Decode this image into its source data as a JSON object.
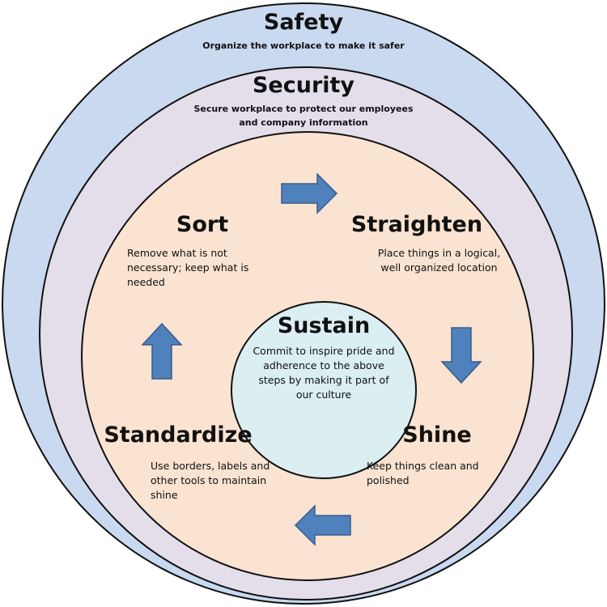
{
  "safety": {
    "title": "Safety",
    "description": "Organize the workplace to make it safer"
  },
  "security": {
    "title": "Security",
    "description": "Secure workplace to  protect our employees and company information"
  },
  "sort": {
    "title": "Sort",
    "description": "Remove what is not necessary; keep what is needed"
  },
  "straighten": {
    "title": "Straighten",
    "description": "Place things in a logical, well organized location"
  },
  "sustain": {
    "title": "Sustain",
    "description": "Commit to inspire pride and adherence to the above steps by making it part of our culture"
  },
  "standardize": {
    "title": "Standardize",
    "description": "Use borders, labels and other tools to maintain shine"
  },
  "shine": {
    "title": "Shine",
    "description": "Keep things clean and polished"
  },
  "colors": {
    "safety_ring": "#c9d9ef",
    "security_ring": "#e4deeb",
    "core_circle": "#fae3d1",
    "sustain_circle": "#dbeef2",
    "arrow_fill": "#4f81bd",
    "arrow_stroke": "#385d8a"
  }
}
